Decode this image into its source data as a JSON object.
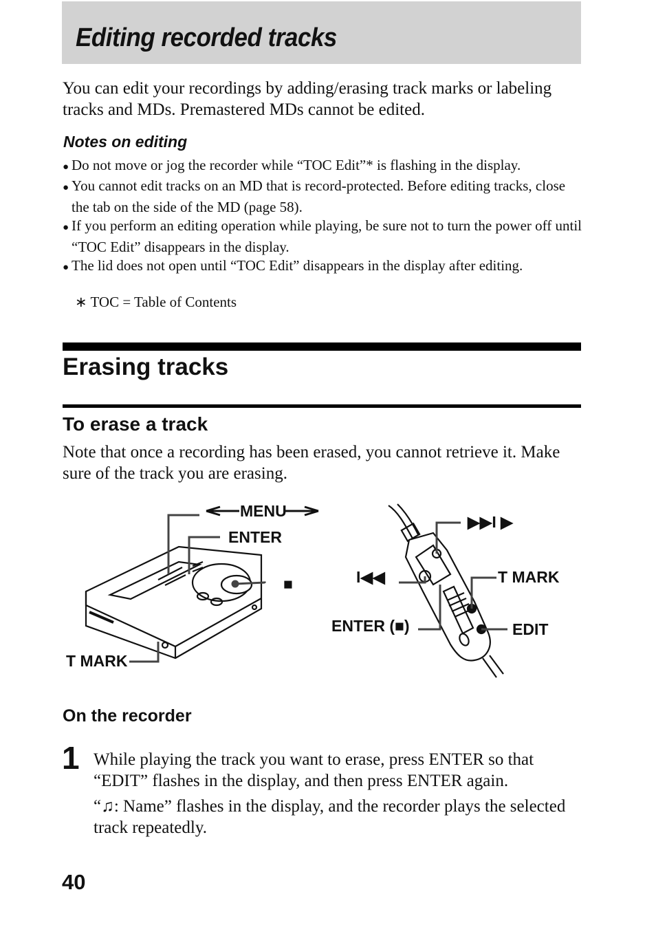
{
  "header": {
    "title": "Editing recorded tracks"
  },
  "intro": "You can edit your recordings by adding/erasing track marks or labeling tracks and MDs. Premastered MDs cannot be edited.",
  "notes": {
    "title": "Notes on editing",
    "items": [
      "Do not move or jog the recorder while “TOC Edit”* is flashing in the display.",
      "You cannot edit tracks on an MD that is record-protected. Before editing tracks, close the tab on the side of the MD (page 58).",
      "If you perform an editing operation while playing, be sure not to turn the power off until “TOC Edit” disappears in the display.",
      "The lid does not open until “TOC Edit” disappears in the display after editing."
    ],
    "footnote": "∗ TOC = Table of Contents"
  },
  "section": {
    "title": "Erasing tracks"
  },
  "subsection": {
    "title": "To erase a track",
    "text": "Note that once a recording has been erased, you cannot retrieve it. Make sure of the track you are erasing."
  },
  "illustration": {
    "recorder_labels": {
      "menu": "MENU",
      "enter": "ENTER",
      "stop": "■",
      "tmark": "T MARK"
    },
    "remote_labels": {
      "next": "▶▶I ▶",
      "prev": "I◀◀",
      "tmark": "T MARK",
      "enter": "ENTER (■)",
      "edit": "EDIT"
    }
  },
  "procedure": {
    "title": "On the recorder",
    "step_number": "1",
    "step_text": "While playing the track you want to erase, press ENTER so that “EDIT” flashes in the display, and then press ENTER again.",
    "step_sub_prefix": "“",
    "step_sub_icon": "♫",
    "step_sub_rest": ": Name” flashes in the display, and the recorder plays the selected track repeatedly."
  },
  "page_number": "40"
}
